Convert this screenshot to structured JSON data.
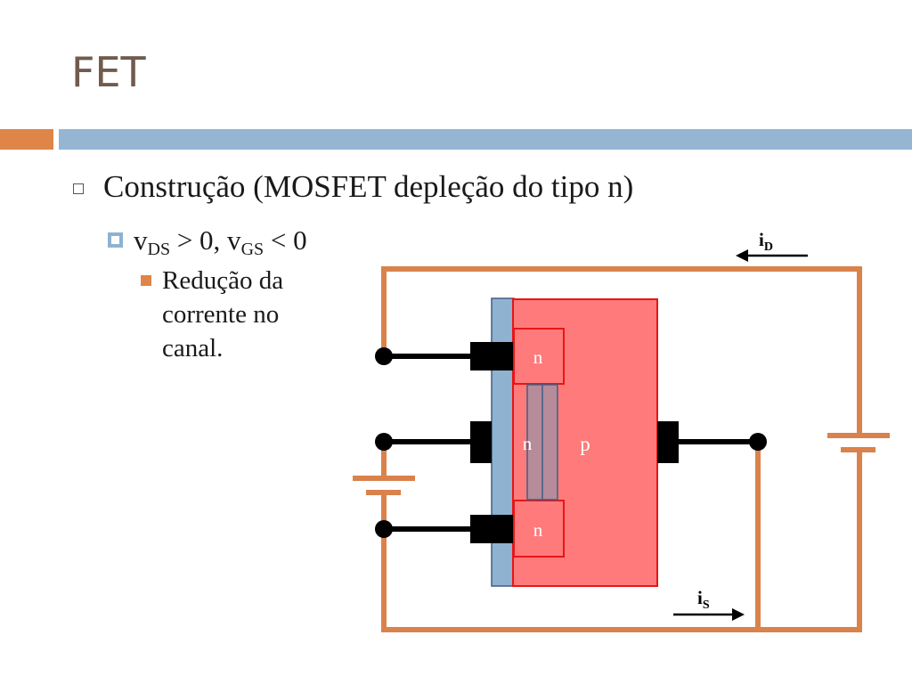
{
  "slide": {
    "title": "FET"
  },
  "bullets": {
    "level1": "Construção (MOSFET depleção do tipo n)",
    "level2": {
      "v_ds": "v",
      "ds_sub": "DS",
      "mid": " > 0, v",
      "gs_sub": "GS",
      "end": " < 0"
    },
    "level3": "Redução da corrente no canal."
  },
  "diagram": {
    "region_n_top": "n",
    "region_n_channel": "n",
    "region_p": "p",
    "region_n_bottom": "n",
    "i_d": "i",
    "i_d_sub": "D",
    "i_s": "i",
    "i_s_sub": "S"
  },
  "colors": {
    "title": "#705b4e",
    "accent_orange": "#df8548",
    "accent_blue": "#94b6d2",
    "substrate": "#ff7b7b",
    "oxide": "#8fb2d0",
    "wire": "#d9824b"
  }
}
